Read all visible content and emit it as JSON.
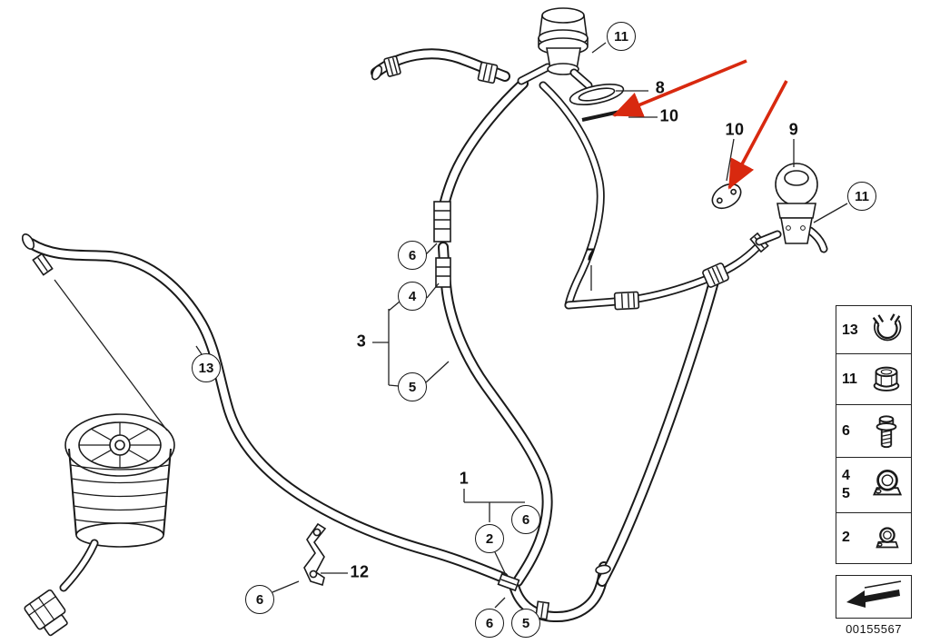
{
  "diagram": {
    "part_number": "00155567",
    "colors": {
      "arrow_red": "#d8290f",
      "line": "#1a1a1a"
    },
    "callouts": [
      {
        "label": "11",
        "circled": true
      },
      {
        "label": "8",
        "circled": false
      },
      {
        "label": "10",
        "circled": false
      },
      {
        "label": "10",
        "circled": false
      },
      {
        "label": "9",
        "circled": false
      },
      {
        "label": "11",
        "circled": true
      },
      {
        "label": "7",
        "circled": false
      },
      {
        "label": "6",
        "circled": true
      },
      {
        "label": "4",
        "circled": true
      },
      {
        "label": "3",
        "circled": false
      },
      {
        "label": "5",
        "circled": true
      },
      {
        "label": "13",
        "circled": true
      },
      {
        "label": "1",
        "circled": false
      },
      {
        "label": "6",
        "circled": true
      },
      {
        "label": "2",
        "circled": true
      },
      {
        "label": "12",
        "circled": false
      },
      {
        "label": "6",
        "circled": true
      },
      {
        "label": "6",
        "circled": true
      },
      {
        "label": "5",
        "circled": true
      }
    ],
    "legend": {
      "rows": [
        {
          "labels": [
            "13"
          ],
          "icon": "hose-clamp-icon"
        },
        {
          "labels": [
            "11"
          ],
          "icon": "flange-nut-icon"
        },
        {
          "labels": [
            "6"
          ],
          "icon": "screw-icon"
        },
        {
          "labels": [
            "4",
            "5"
          ],
          "icon": "pipe-clip-icon"
        },
        {
          "labels": [
            "2"
          ],
          "icon": "pipe-clip-icon"
        }
      ],
      "arrow_icon": "page-turn-arrow-icon"
    }
  }
}
